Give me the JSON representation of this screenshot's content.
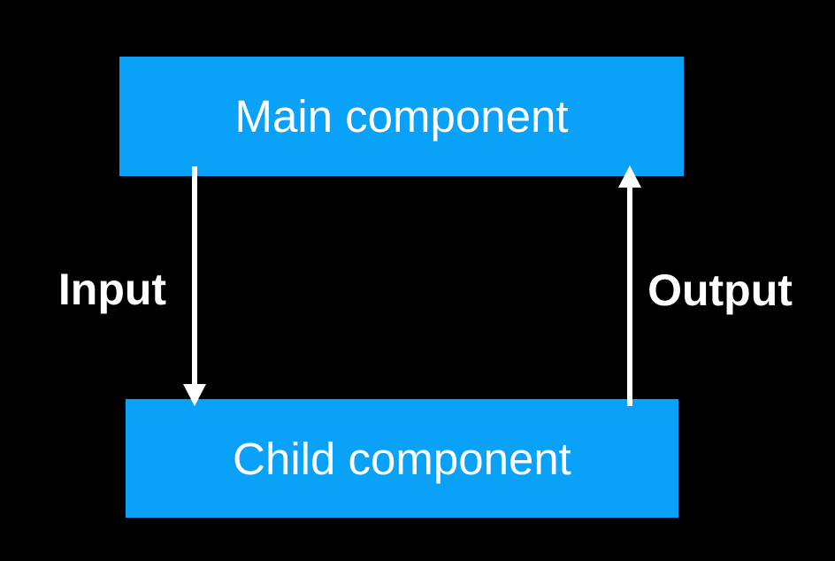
{
  "colors": {
    "background": "#000000",
    "box": "#0AA1F9",
    "arrow": "#FFFFFF",
    "box_text": "#FFFFFF",
    "label_text": "#FFFFFF"
  },
  "diagram": {
    "main_box": {
      "label": "Main component"
    },
    "child_box": {
      "label": "Child component"
    },
    "input_arrow": {
      "label": "Input",
      "direction": "down",
      "from": "Main component",
      "to": "Child component"
    },
    "output_arrow": {
      "label": "Output",
      "direction": "up",
      "from": "Child component",
      "to": "Main component"
    }
  }
}
